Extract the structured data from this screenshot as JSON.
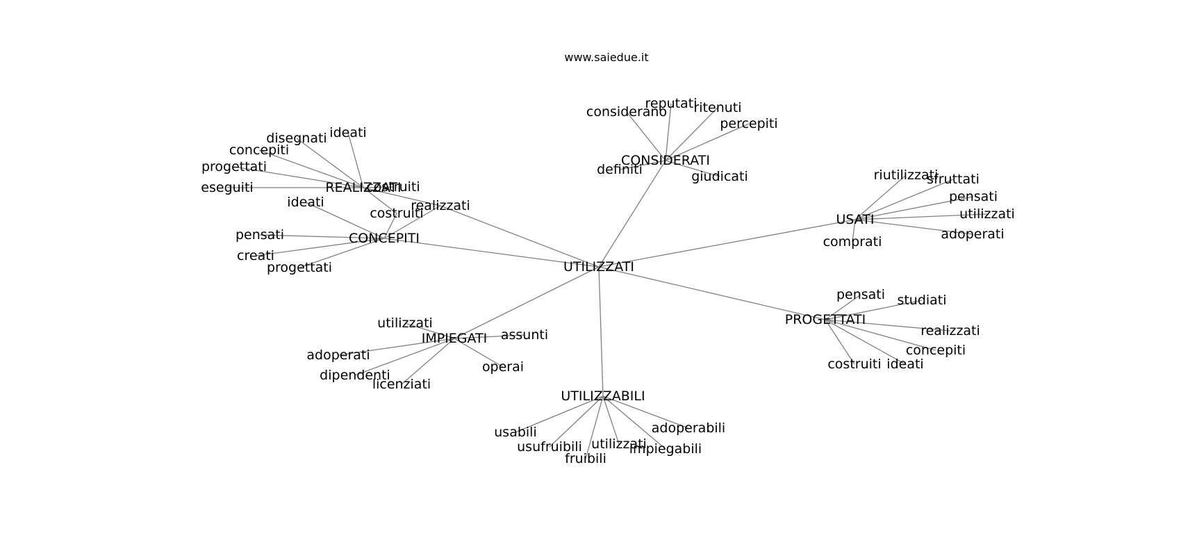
{
  "title": "www.saiedue.it",
  "edge_color": "#808080",
  "text_color": "#000000",
  "background": "#ffffff",
  "graph": {
    "root": "UTILIZZATI",
    "nodes": [
      {
        "id": "root",
        "label": "UTILIZZATI"
      },
      {
        "id": "considerati",
        "label": "CONSIDERATI"
      },
      {
        "id": "usati",
        "label": "USATI"
      },
      {
        "id": "progettati_h",
        "label": "PROGETTATI"
      },
      {
        "id": "utilizzabili",
        "label": "UTILIZZABILI"
      },
      {
        "id": "impiegati",
        "label": "IMPIEGATI"
      },
      {
        "id": "concepiti_h",
        "label": "CONCEPITI"
      },
      {
        "id": "realizzati_h",
        "label": "REALIZZATI"
      },
      {
        "id": "c1",
        "label": "considerano"
      },
      {
        "id": "c2",
        "label": "reputati"
      },
      {
        "id": "c3",
        "label": "ritenuti"
      },
      {
        "id": "c4",
        "label": "percepiti"
      },
      {
        "id": "c5",
        "label": "definiti"
      },
      {
        "id": "c6",
        "label": "giudicati"
      },
      {
        "id": "u1",
        "label": "riutilizzati"
      },
      {
        "id": "u2",
        "label": "sfruttati"
      },
      {
        "id": "u3",
        "label": "pensati"
      },
      {
        "id": "u4",
        "label": "utilizzati"
      },
      {
        "id": "u5",
        "label": "adoperati"
      },
      {
        "id": "u6",
        "label": "comprati"
      },
      {
        "id": "p1",
        "label": "pensati"
      },
      {
        "id": "p2",
        "label": "studiati"
      },
      {
        "id": "p3",
        "label": "realizzati"
      },
      {
        "id": "p4",
        "label": "concepiti"
      },
      {
        "id": "p5",
        "label": "ideati"
      },
      {
        "id": "p6",
        "label": "costruiti"
      },
      {
        "id": "b1",
        "label": "usabili"
      },
      {
        "id": "b2",
        "label": "usufruibili"
      },
      {
        "id": "b3",
        "label": "fruibili"
      },
      {
        "id": "b4",
        "label": "utilizzati"
      },
      {
        "id": "b5",
        "label": "impiegabili"
      },
      {
        "id": "b6",
        "label": "adoperabili"
      },
      {
        "id": "i1",
        "label": "utilizzati"
      },
      {
        "id": "i2",
        "label": "assunti"
      },
      {
        "id": "i3",
        "label": "adoperati"
      },
      {
        "id": "i4",
        "label": "dipendenti"
      },
      {
        "id": "i5",
        "label": "licenziati"
      },
      {
        "id": "i6",
        "label": "operai"
      },
      {
        "id": "k1",
        "label": "ideati"
      },
      {
        "id": "k2",
        "label": "pensati"
      },
      {
        "id": "k3",
        "label": "creati"
      },
      {
        "id": "k4",
        "label": "progettati"
      },
      {
        "id": "k5",
        "label": "costruiti"
      },
      {
        "id": "k6",
        "label": "realizzati"
      },
      {
        "id": "r1",
        "label": "disegnati"
      },
      {
        "id": "r2",
        "label": "ideati"
      },
      {
        "id": "r3",
        "label": "concepiti"
      },
      {
        "id": "r4",
        "label": "progettati"
      },
      {
        "id": "r5",
        "label": "eseguiti"
      },
      {
        "id": "r6",
        "label": "costruiti"
      }
    ],
    "edges": [
      [
        "root",
        "considerati"
      ],
      [
        "root",
        "usati"
      ],
      [
        "root",
        "progettati_h"
      ],
      [
        "root",
        "utilizzabili"
      ],
      [
        "root",
        "impiegati"
      ],
      [
        "root",
        "concepiti_h"
      ],
      [
        "root",
        "k6"
      ],
      [
        "considerati",
        "c1"
      ],
      [
        "considerati",
        "c2"
      ],
      [
        "considerati",
        "c3"
      ],
      [
        "considerati",
        "c4"
      ],
      [
        "considerati",
        "c5"
      ],
      [
        "considerati",
        "c6"
      ],
      [
        "usati",
        "u1"
      ],
      [
        "usati",
        "u2"
      ],
      [
        "usati",
        "u3"
      ],
      [
        "usati",
        "u4"
      ],
      [
        "usati",
        "u5"
      ],
      [
        "usati",
        "u6"
      ],
      [
        "progettati_h",
        "p1"
      ],
      [
        "progettati_h",
        "p2"
      ],
      [
        "progettati_h",
        "p3"
      ],
      [
        "progettati_h",
        "p4"
      ],
      [
        "progettati_h",
        "p5"
      ],
      [
        "progettati_h",
        "p6"
      ],
      [
        "utilizzabili",
        "b1"
      ],
      [
        "utilizzabili",
        "b2"
      ],
      [
        "utilizzabili",
        "b3"
      ],
      [
        "utilizzabili",
        "b4"
      ],
      [
        "utilizzabili",
        "b5"
      ],
      [
        "utilizzabili",
        "b6"
      ],
      [
        "impiegati",
        "i1"
      ],
      [
        "impiegati",
        "i2"
      ],
      [
        "impiegati",
        "i3"
      ],
      [
        "impiegati",
        "i4"
      ],
      [
        "impiegati",
        "i5"
      ],
      [
        "impiegati",
        "i6"
      ],
      [
        "concepiti_h",
        "k1"
      ],
      [
        "concepiti_h",
        "k2"
      ],
      [
        "concepiti_h",
        "k3"
      ],
      [
        "concepiti_h",
        "k4"
      ],
      [
        "concepiti_h",
        "k5"
      ],
      [
        "concepiti_h",
        "k6"
      ],
      [
        "k6",
        "realizzati_h"
      ],
      [
        "realizzati_h",
        "r1"
      ],
      [
        "realizzati_h",
        "r2"
      ],
      [
        "realizzati_h",
        "r3"
      ],
      [
        "realizzati_h",
        "r4"
      ],
      [
        "realizzati_h",
        "r5"
      ],
      [
        "realizzati_h",
        "r6"
      ],
      [
        "realizzati_h",
        "k5"
      ]
    ]
  }
}
